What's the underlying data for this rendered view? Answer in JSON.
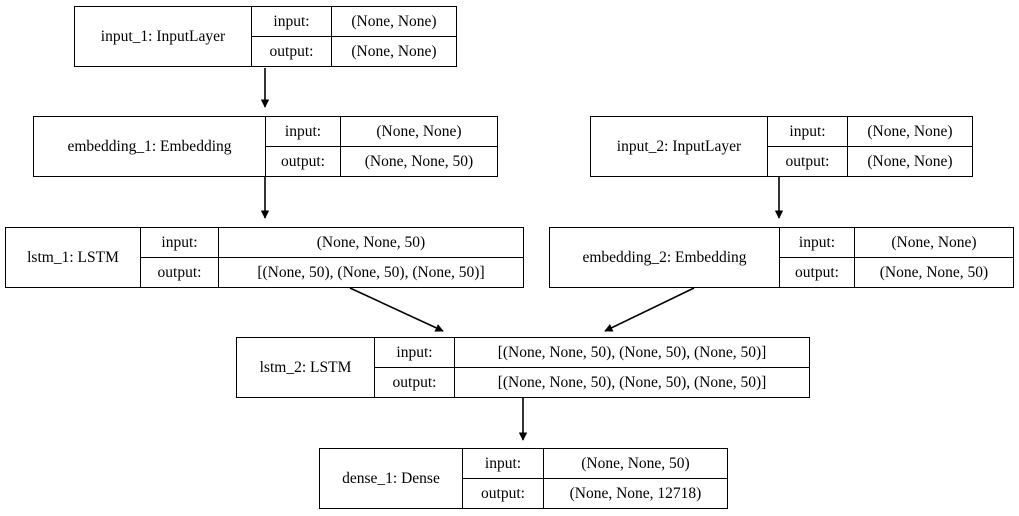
{
  "diagram": {
    "title": "Keras model architecture graph",
    "type": "model-graph",
    "orientation": "top-to-bottom",
    "io_labels": {
      "input": "input:",
      "output": "output:"
    },
    "colors": {
      "box_border": "#000000",
      "edge": "#000000",
      "background": "#ffffff"
    },
    "nodes": [
      {
        "id": "input_1",
        "name": "input_1: InputLayer",
        "input": "(None, None)",
        "output": "(None, None)"
      },
      {
        "id": "embedding_1",
        "name": "embedding_1: Embedding",
        "input": "(None, None)",
        "output": "(None, None, 50)"
      },
      {
        "id": "lstm_1",
        "name": "lstm_1: LSTM",
        "input": "(None, None, 50)",
        "output": "[(None, 50), (None, 50), (None, 50)]"
      },
      {
        "id": "input_2",
        "name": "input_2: InputLayer",
        "input": "(None, None)",
        "output": "(None, None)"
      },
      {
        "id": "embedding_2",
        "name": "embedding_2: Embedding",
        "input": "(None, None)",
        "output": "(None, None, 50)"
      },
      {
        "id": "lstm_2",
        "name": "lstm_2: LSTM",
        "input": "[(None, None, 50), (None, 50), (None, 50)]",
        "output": "[(None, None, 50), (None, 50), (None, 50)]"
      },
      {
        "id": "dense_1",
        "name": "dense_1: Dense",
        "input": "(None, None, 50)",
        "output": "(None, None, 12718)"
      }
    ],
    "edges": [
      {
        "from": "input_1",
        "to": "embedding_1"
      },
      {
        "from": "embedding_1",
        "to": "lstm_1"
      },
      {
        "from": "input_2",
        "to": "embedding_2"
      },
      {
        "from": "lstm_1",
        "to": "lstm_2"
      },
      {
        "from": "embedding_2",
        "to": "lstm_2"
      },
      {
        "from": "lstm_2",
        "to": "dense_1"
      }
    ]
  }
}
